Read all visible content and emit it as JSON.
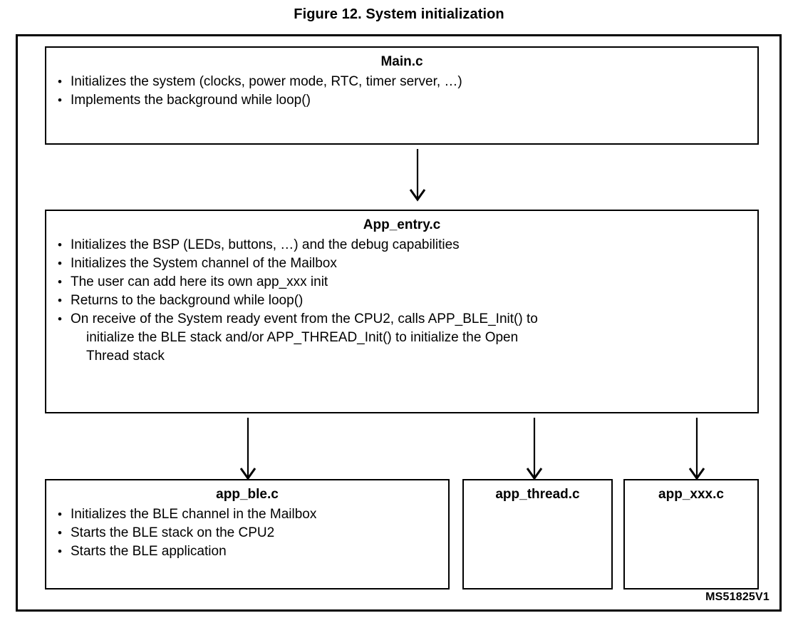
{
  "figure": {
    "title": "Figure 12. System initialization",
    "doc_id": "MS51825V1"
  },
  "boxes": {
    "main": {
      "title": "Main.c",
      "bullets": [
        "Initializes the system (clocks, power mode, RTC, timer server, …)",
        "Implements the background while loop()"
      ]
    },
    "app_entry": {
      "title": "App_entry.c",
      "bullets": [
        "Initializes the BSP (LEDs, buttons, …) and the debug capabilities",
        "Initializes the System channel of the Mailbox",
        "The user can add here its own app_xxx init",
        "Returns to the background while loop()"
      ],
      "bullet_last": {
        "line1": "On receive of the System ready event from the CPU2, calls APP_BLE_Init() to",
        "line2": "initialize the BLE stack and/or APP_THREAD_Init() to initialize the Open",
        "line3": "Thread stack"
      }
    },
    "app_ble": {
      "title": "app_ble.c",
      "bullets": [
        "Initializes the BLE channel in the Mailbox",
        "Starts the BLE stack on the CPU2",
        "Starts the BLE application"
      ]
    },
    "app_thread": {
      "title": "app_thread.c",
      "bullets": []
    },
    "app_xxx": {
      "title": "app_xxx.c",
      "bullets": []
    }
  },
  "arrows": {
    "main_to_app_entry": "down-arrow",
    "app_entry_to_app_ble": "down-arrow",
    "app_entry_to_app_thread": "down-arrow",
    "app_entry_to_app_xxx": "down-arrow"
  },
  "colors": {
    "stroke": "#000000",
    "background": "#ffffff"
  }
}
